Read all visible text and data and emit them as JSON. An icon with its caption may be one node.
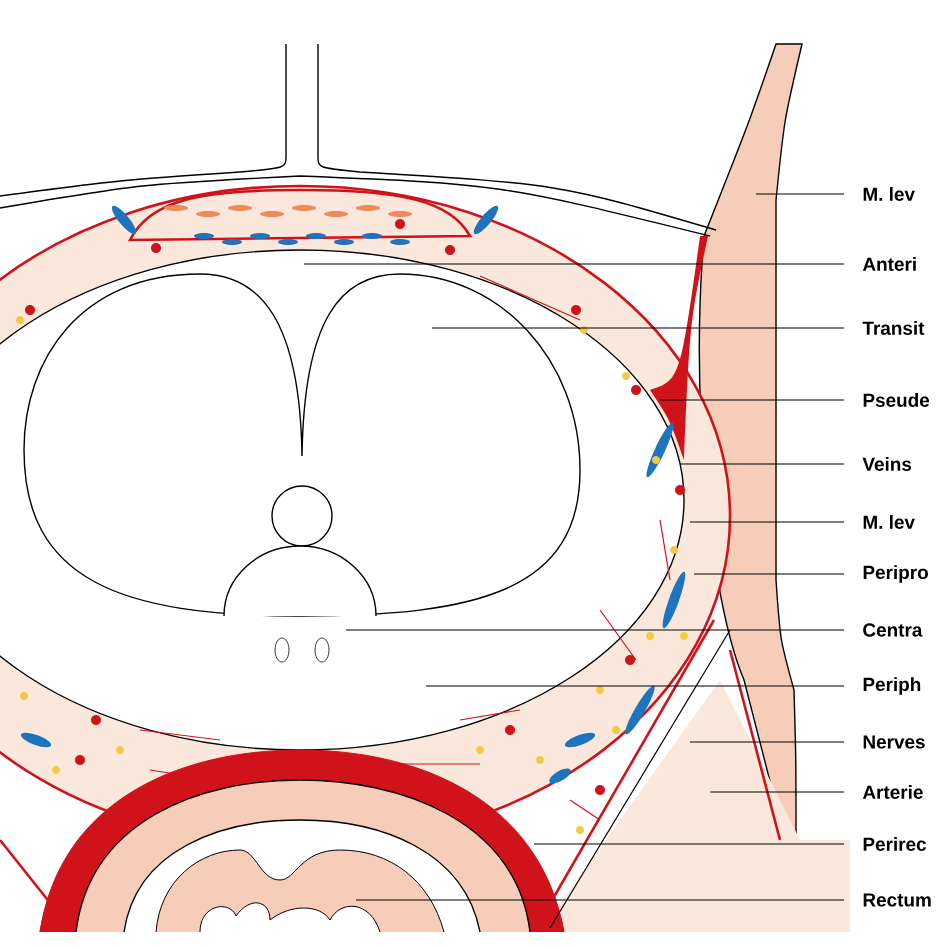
{
  "diagram": {
    "nodes": [
      {
        "text": [
          "M. lev"
        ]
      },
      {
        "text": [
          "Anteri"
        ]
      },
      {
        "text": [
          "Transit"
        ]
      },
      {
        "text": [
          "Pseude"
        ]
      },
      {
        "text": [
          "Veins"
        ]
      },
      {
        "text": [
          "M. lev"
        ]
      },
      {
        "text": [
          "Peripro"
        ]
      },
      {
        "text": [
          "Centra"
        ]
      },
      {
        "text": [
          "Periph"
        ]
      },
      {
        "text": [
          "Nerves"
        ]
      },
      {
        "text": [
          "Arterie"
        ]
      },
      {
        "text": [
          "Perirec"
        ]
      },
      {
        "text": [
          "Rectum"
        ]
      }
    ],
    "edges": [
      {
        "from": 0,
        "to": null,
        "arrow": "none"
      },
      {
        "from": 1,
        "to": null,
        "arrow": "none"
      },
      {
        "from": 2,
        "to": null,
        "arrow": "none"
      },
      {
        "from": 3,
        "to": null,
        "arrow": "none"
      },
      {
        "from": 4,
        "to": null,
        "arrow": "none"
      },
      {
        "from": 5,
        "to": null,
        "arrow": "none"
      },
      {
        "from": 6,
        "to": null,
        "arrow": "none"
      },
      {
        "from": 7,
        "to": null,
        "arrow": "none"
      },
      {
        "from": 8,
        "to": null,
        "arrow": "none"
      },
      {
        "from": 9,
        "to": null,
        "arrow": "none"
      },
      {
        "from": 10,
        "to": null,
        "arrow": "none"
      },
      {
        "from": 11,
        "to": null,
        "arrow": "none"
      },
      {
        "from": 12,
        "to": null,
        "arrow": "none"
      }
    ]
  }
}
